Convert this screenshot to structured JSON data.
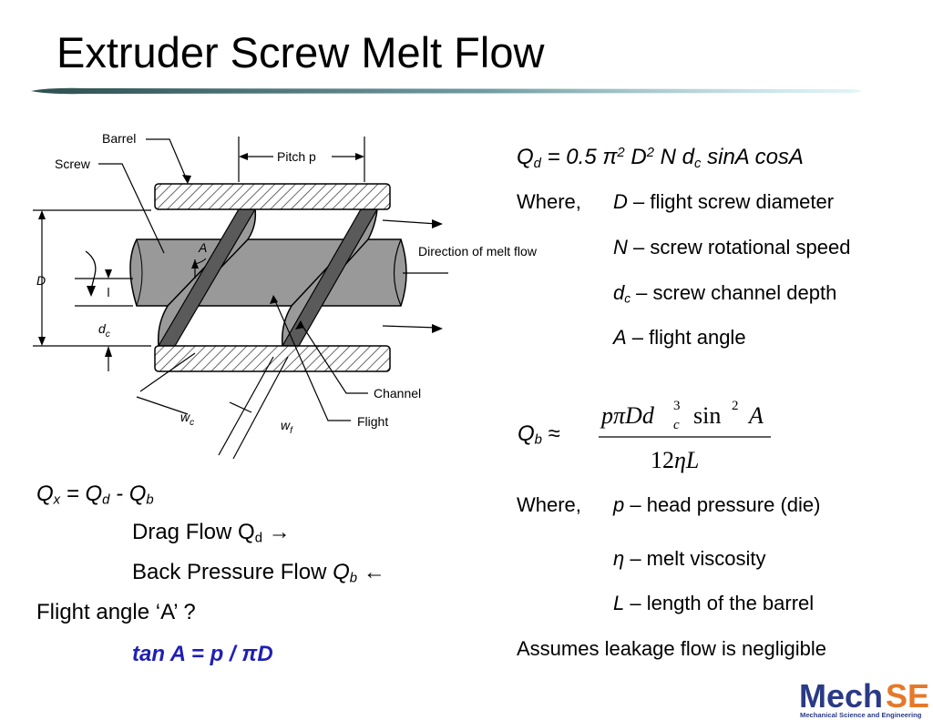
{
  "title": "Extruder Screw Melt Flow",
  "colors": {
    "rule_dark": "#355a5c",
    "rule_light": "#bfe4ea",
    "tan_formula": "#1f1fb4",
    "logo_blue": "#2a3a86",
    "logo_orange": "#e5792a"
  },
  "diagram": {
    "barrel": "Barrel",
    "screw": "Screw",
    "pitch": "Pitch p",
    "angle": "A",
    "direction": "Direction of melt flow",
    "diameter": "D",
    "depth": "d",
    "depth_sub": "c",
    "channel": "Channel",
    "flight": "Flight",
    "wc": "w",
    "wc_sub": "c",
    "wf": "w",
    "wf_sub": "f"
  },
  "qd_formula": {
    "q": "Q",
    "q_sub": "d",
    "eq": " = 0.5 π",
    "pi_sup": "2",
    "d": " D",
    "d_sup": "2",
    "rest1": " N d",
    "dc_sub": "c",
    "rest2": " sinA cosA"
  },
  "where1": {
    "where": "Where,",
    "items": [
      {
        "sym": "D",
        "sub": "",
        "desc": " – flight screw diameter"
      },
      {
        "sym": "N",
        "sub": "",
        "desc": " – screw rotational speed"
      },
      {
        "sym": "d",
        "sub": "c",
        "desc": " – screw channel depth"
      },
      {
        "sym": "A",
        "sub": "",
        "desc": " – flight angle"
      }
    ]
  },
  "qb_formula": {
    "q": "Q",
    "q_sub": "b",
    "approx": " ≈",
    "num_p": "p",
    "num_pi": "π",
    "num_D": "D",
    "num_d": "d",
    "num_c": "c",
    "num_3": "3",
    "num_sin": "sin",
    "num_2": "2",
    "num_A": "A",
    "den_12": "12",
    "den_eta": "η",
    "den_L": "L"
  },
  "where2": {
    "where": "Where,",
    "items": [
      {
        "sym": "p",
        "desc": " – head pressure (die)"
      },
      {
        "sym": "η",
        "desc": " – melt viscosity"
      },
      {
        "sym": "L",
        "desc": " – length of the barrel"
      }
    ]
  },
  "assumption": "Assumes leakage flow is negligible",
  "qx_formula": {
    "qx": "Q",
    "qx_sub": "x",
    "eq": " = ",
    "qd": "Q",
    "qd_sub": "d",
    "minus": " - ",
    "qb": "Q",
    "qb_sub": "b"
  },
  "drag_flow": {
    "label": "Drag Flow Q",
    "sub": "d",
    "arrow": " →"
  },
  "back_flow": {
    "label": "Back Pressure Flow ",
    "q": "Q",
    "sub": "b",
    "arrow": " ←"
  },
  "flight_angle": "Flight angle ‘A’ ?",
  "tan_formula": "tan A = p / πD",
  "logo": {
    "mech": "Mech",
    "se": "SE",
    "subtitle": "Mechanical Science and Engineering"
  }
}
